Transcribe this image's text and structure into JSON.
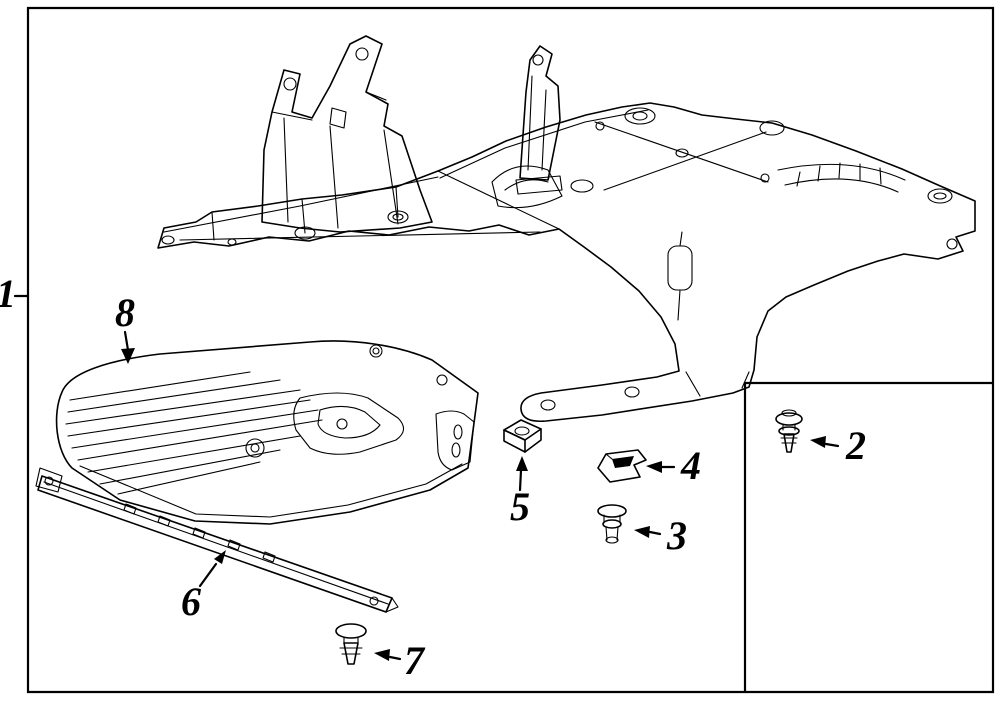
{
  "diagram": {
    "background_color": "#ffffff",
    "line_color": "#000000",
    "callouts": [
      {
        "label": "1"
      },
      {
        "label": "2"
      },
      {
        "label": "3"
      },
      {
        "label": "4"
      },
      {
        "label": "5"
      },
      {
        "label": "6"
      },
      {
        "label": "7"
      },
      {
        "label": "8"
      }
    ]
  }
}
